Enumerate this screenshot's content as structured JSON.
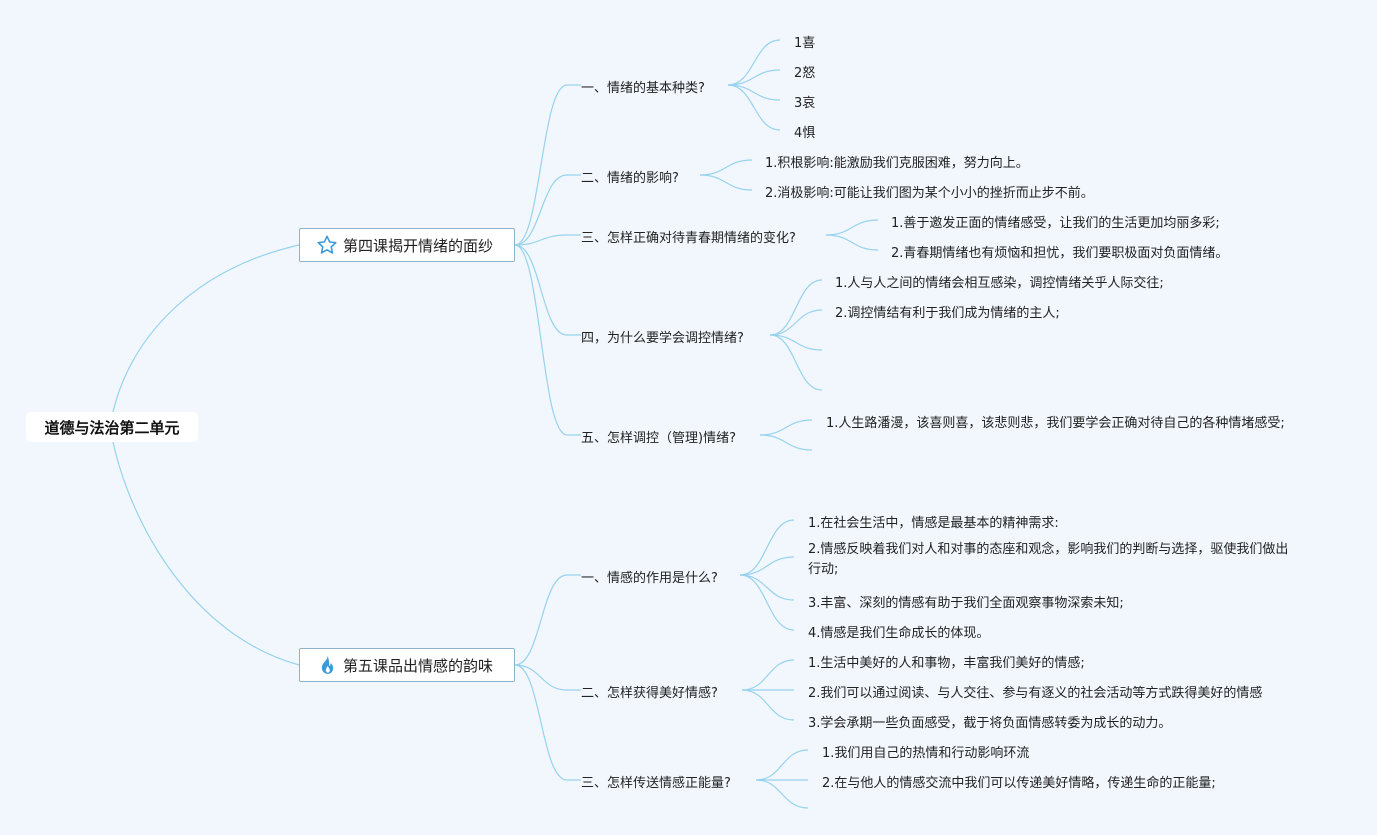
{
  "root": {
    "label": "道德与法治第二单元"
  },
  "colors": {
    "background": "#f1f7fd",
    "link": "#97d2ef",
    "lesson_border": "#8fb2c9",
    "icon_blue": "#3a9ad9"
  },
  "lessons": [
    {
      "label": "第四课揭开情绪的面纱",
      "icon": "star-outline-icon",
      "questions": [
        {
          "label": "一、情绪的基本种类?",
          "items": [
            "1喜",
            "2怒",
            "3哀",
            "4惧"
          ]
        },
        {
          "label": "二、情绪的影响?",
          "items": [
            "1.积根影响:能激励我们克服困难，努力向上。",
            "2.消极影响:可能让我们图为某个小小的挫折而止步不前。"
          ]
        },
        {
          "label": "三、怎样正确对待青春期情绪的变化?",
          "items": [
            "1.善于邀发正面的情绪感受，让我们的生活更加均丽多彩;",
            "2.青春期情绪也有烦恼和担忧，我们要职极面对负面情绪。"
          ]
        },
        {
          "label": "四，为什么要学会调控情绪?",
          "items": [
            "1.人与人之间的情绪会相互感染，调控情绪关乎人际交往;",
            "2.调控情结有利于我们成为情绪的主人;",
            "",
            ""
          ]
        },
        {
          "label": "五、怎样调控（管理)情绪?",
          "items": [
            "1.人生路潘漫，该喜则喜，该悲则悲，我们要学会正确对待自己的各种情堵感受;",
            ""
          ]
        }
      ]
    },
    {
      "label": "第五课品出情感的韵味",
      "icon": "fire-icon",
      "questions": [
        {
          "label": "一、情感的作用是什么?",
          "items": [
            "1.在社会生活中，情感是最基本的精神需求:",
            "2.情感反映着我们对人和对事的态座和观念，影响我们的判断与选择，驱使我们做出行动;",
            "3.丰富、深刻的情感有助于我们全面观察事物深索未知;",
            "4.情感是我们生命成长的体现。"
          ]
        },
        {
          "label": "二、怎样获得美好情感?",
          "items": [
            "1.生活中美好的人和事物，丰富我们美好的情感;",
            "2.我们可以通过阅读、与人交往、参与有逐义的社会活动等方式跌得美好的情感",
            "3.学会承期一些负面感受，截于将负面情感转委为成长的动力。"
          ]
        },
        {
          "label": "三、怎样传送情感正能量?",
          "items": [
            "1.我们用自己的热情和行动影响环流",
            "2.在与他人的情感交流中我们可以传递美好情略，传递生命的正能量;",
            ""
          ]
        }
      ]
    }
  ]
}
